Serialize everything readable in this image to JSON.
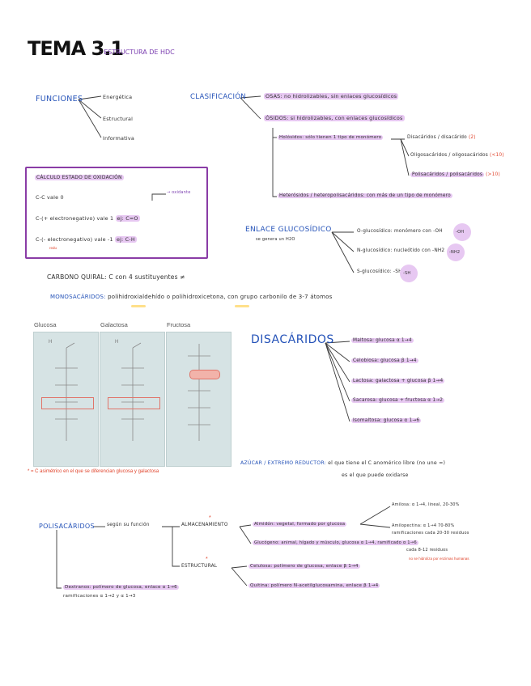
{
  "title": {
    "main": "TEMA 3.1",
    "sub": ": ESTRUCTURA DE HDC"
  },
  "funciones": {
    "label": "FUNCIONES",
    "items": [
      "Energética",
      "Estructural",
      "Informativa"
    ]
  },
  "clasificacion": {
    "label": "CLASIFICACIÓN",
    "osas": "OSAS: no hidrolizables, sin enlaces glucosídicos",
    "osidos": "ÓSIDOS: si hidrolizables, con enlaces glucosídicos",
    "holosidos": "Holósidos: sólo tienen 1 tipo de monómero",
    "oligo_items": [
      "Disacáridos / disacárido",
      "Oligosacáridos / oligosacáridos",
      "Polisacáridos / polisacáridos"
    ],
    "oligo_notes": [
      "(2)",
      "(<10)",
      "(>10)"
    ],
    "heterosidos": "Heterósidos / heteropolisacáridos: con más de un tipo de monómero"
  },
  "oxidacion_box": {
    "title": "CÁLCULO ESTADO DE OXIDACIÓN",
    "row1": "C-C vale 0",
    "row1_note": "→ oxidante",
    "row2": "C-(+ electronegativo) vale 1",
    "row2_ex": "ej: C=O",
    "row3": "C-(- electronegativo) vale -1",
    "row3_ex": "ej: C-H",
    "row3_note": "redu"
  },
  "enlace": {
    "label": "ENLACE GLUCOSÍDICO",
    "sub": "se genera un H2O",
    "items": [
      "O-glucosídico: monómero con -OH",
      "N-glucosídico: nucleótido con -NH2",
      "S-glucosídico: -SH"
    ],
    "badges": [
      "-OH",
      "-NH2",
      "-SH"
    ]
  },
  "carbono": "CARBONO QUIRAL: C con 4 sustituyentes ≠",
  "monosacaridos": {
    "label": "MONOSACÁRIDOS:",
    "text": "polihidroxialdehído o polihidroxicetona, con grupo carbonilo de 3-7 átomos"
  },
  "figure": {
    "panels": [
      "Glucosa",
      "Galactosa",
      "Fructosa"
    ],
    "caption": "* = C asimétrico en el que se diferencian glucosa y galactosa"
  },
  "disacaridos": {
    "label": "DISACÁRIDOS",
    "items": [
      "Maltosa: glucosa α 1→4",
      "Celobiosa: glucosa β 1→4",
      "Lactosa: galactosa + glucosa β 1→4",
      "Sacarosa: glucosa + fructosa α 1→2",
      "Isomaltosa: glucosa α 1→6"
    ]
  },
  "azucar": {
    "label": "AZÚCAR / EXTREMO REDUCTOR:",
    "line1": "el que tiene el C anomérico libre (no une =)",
    "line2": "es el que puede oxidarse"
  },
  "polisacaridos": {
    "label": "POLISACÁRIDOS",
    "segun": "según su función",
    "almacenamiento": "ALMACENAMIENTO",
    "estructural": "ESTRUCTURAL",
    "almidon": "Almidón: vegetal, formado por glucosa",
    "glucogeno": "Glucógeno: animal, hígado y músculo, glucosa α 1→4, ramificado α 1→6",
    "celulosa": "Celulosa: polímero de glucosa, enlace β 1→4",
    "quitina": "Quitina: polímero N-acetilglucosamina, enlace β 1→4",
    "amilosa": "Amilosa: α 1→4, lineal, 20-30%",
    "amilopectina_1": "Amilopectina: α 1→4 70-80%",
    "amilopectina_2": "ramificaciones cada 20-30 residuos",
    "glucogeno_2": "cada 8-12 residuos",
    "celulosa_note": "no se hidroliza por enzimas humanas",
    "dextranos_1": "Dextranos: polímero de glucosa, enlace α 1→6",
    "dextranos_2": "ramificaciones α 1→2 y α 1→3"
  }
}
